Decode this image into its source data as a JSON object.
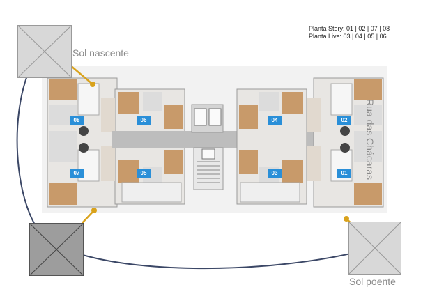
{
  "legend": {
    "story": "Planta Story: 01 | 02 | 07 | 08",
    "live": "Planta Live: 03 | 04 | 05 | 06"
  },
  "sun": {
    "rise": "Sol nascente",
    "set": "Sol poente"
  },
  "street": "Rua das Chácaras",
  "units": [
    "08",
    "06",
    "04",
    "02",
    "07",
    "05",
    "03",
    "01"
  ],
  "colors": {
    "unit_tag": "#2a8fd8",
    "sun_stick": "#d9a21b",
    "path": "#3b4766",
    "floor": "#d9d9d9",
    "wood": "#c89a6a"
  }
}
